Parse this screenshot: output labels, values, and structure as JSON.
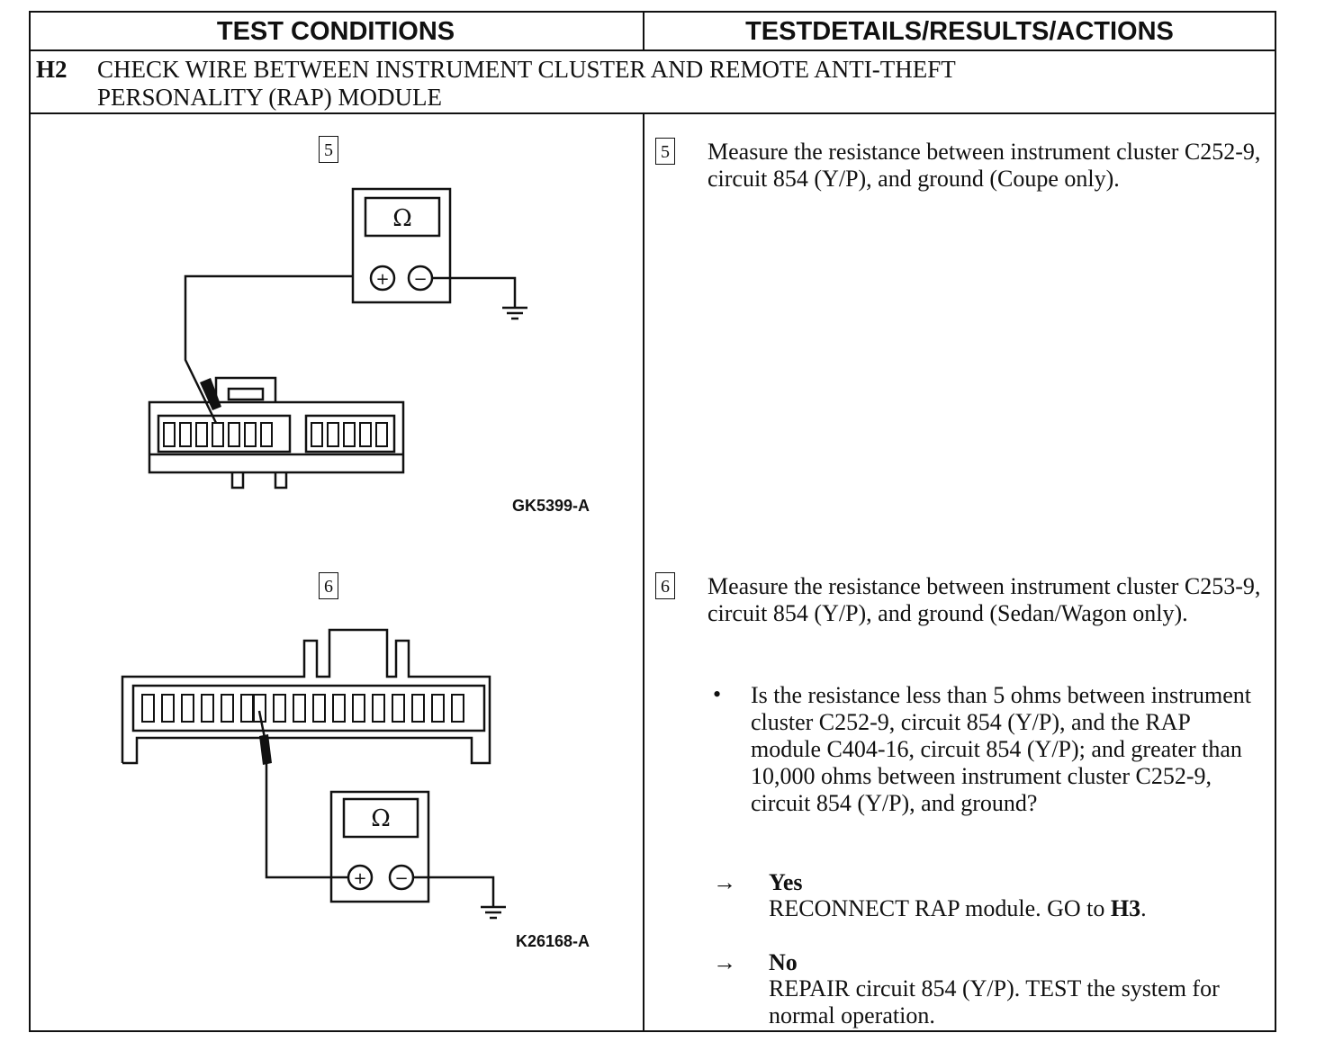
{
  "header": {
    "left": "TEST CONDITIONS",
    "right": "TESTDETAILS/RESULTS/ACTIONS"
  },
  "section": {
    "id": "H2",
    "title": "CHECK WIRE BETWEEN INSTRUMENT CLUSTER AND REMOTE ANTI-THEFT\nPERSONALITY (RAP) MODULE"
  },
  "figures": [
    {
      "step": "5",
      "ohm_symbol": "Ω",
      "plus": "+",
      "minus": "−",
      "figure_id": "GK5399-A"
    },
    {
      "step": "6",
      "ohm_symbol": "Ω",
      "plus": "+",
      "minus": "−",
      "figure_id": "K26168-A"
    }
  ],
  "steps": [
    {
      "number": "5",
      "text": "Measure the resistance between instrument cluster C252-9, circuit 854 (Y/P), and ground (Coupe only)."
    },
    {
      "number": "6",
      "text": "Measure the resistance between instrument cluster C253-9, circuit 854 (Y/P), and ground (Sedan/Wagon only)."
    }
  ],
  "question": {
    "bullet": "•",
    "text": "Is the resistance less than 5 ohms between instrument cluster C252-9, circuit 854 (Y/P), and the RAP module C404-16, circuit 854 (Y/P); and greater than 10,000 ohms between instrument cluster C252-9, circuit 854 (Y/P), and  ground?"
  },
  "answers": [
    {
      "arrow": "→",
      "label": "Yes",
      "action": "RECONNECT RAP module. GO to ",
      "action_ref": "H3",
      "action_end": "."
    },
    {
      "arrow": "→",
      "label": "No",
      "action": "REPAIR circuit 854 (Y/P). TEST the system for normal operation."
    }
  ]
}
